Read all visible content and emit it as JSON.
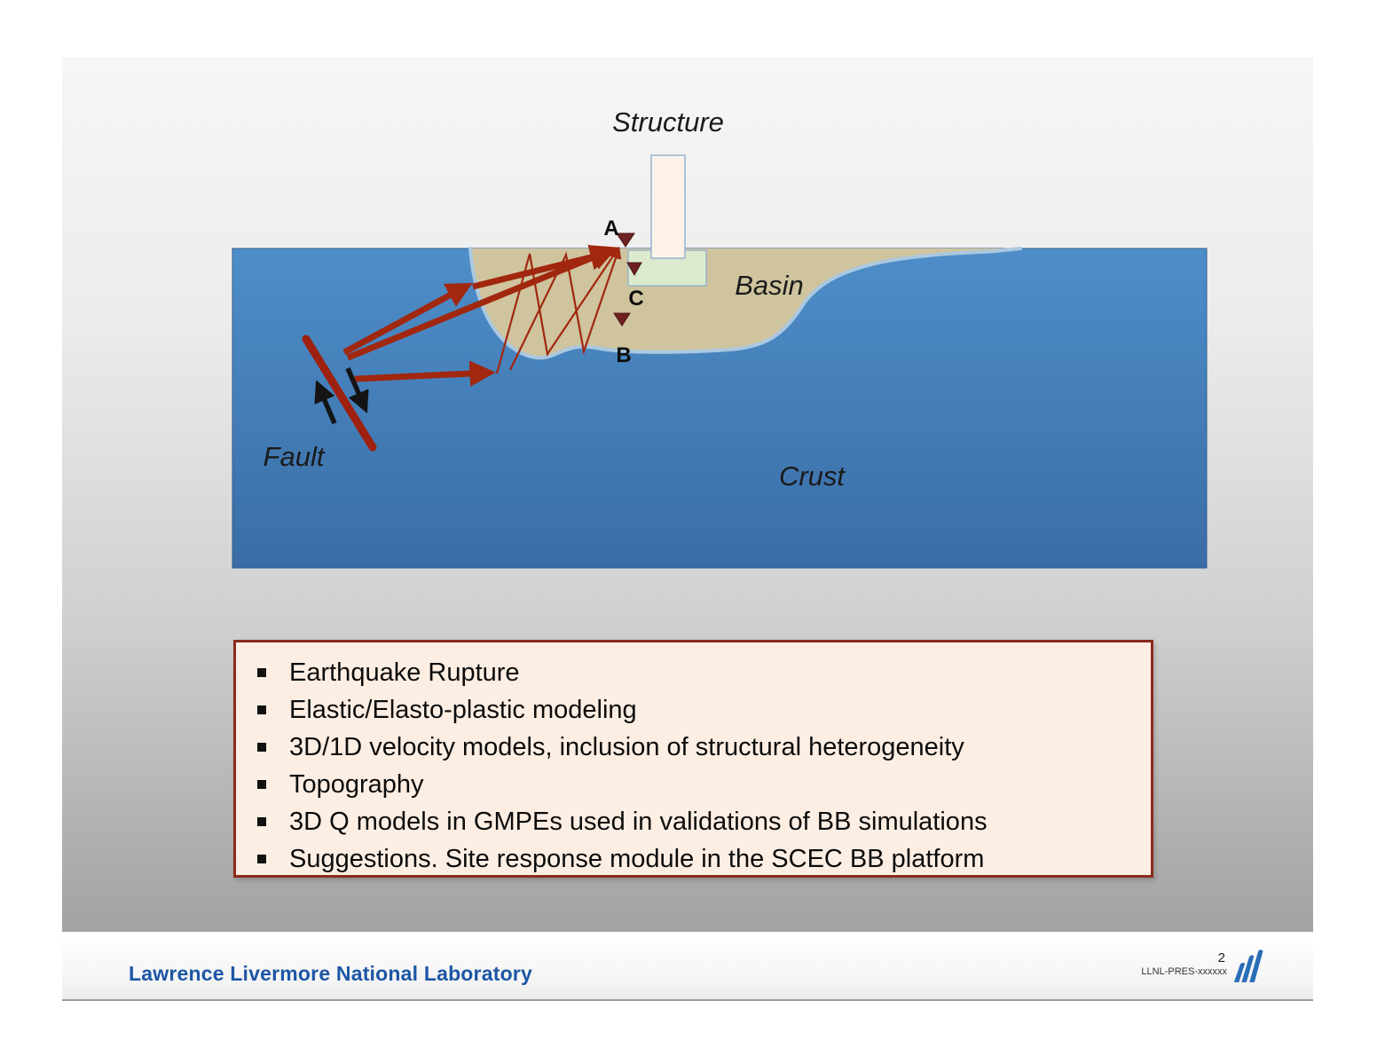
{
  "slide": {
    "diagram": {
      "structure_label": "Structure",
      "basin_label": "Basin",
      "crust_label": "Crust",
      "fault_label": "Fault",
      "stations": {
        "a": "A",
        "b": "B",
        "c": "C"
      }
    },
    "bullets": {
      "items": [
        "Earthquake Rupture",
        "Elastic/Elasto-plastic modeling",
        "3D/1D velocity models, inclusion of structural heterogeneity",
        "Topography",
        "3D Q models in GMPEs used in validations of BB simulations",
        "Suggestions. Site response module in the SCEC BB platform"
      ]
    }
  },
  "footer": {
    "organization": "Lawrence Livermore National Laboratory",
    "page_number": "2",
    "document_id": "LLNL-PRES-xxxxxx"
  },
  "colors": {
    "crust_blue_top": "#4e8ec9",
    "crust_blue_bottom": "#3a6da6",
    "basin_tan": "#cfc49e",
    "basin_outline_blue": "#aac8e0",
    "building_fill": "#fdf2ea",
    "foundation_green": "#dcead0",
    "ray_red": "#a1270f",
    "fault_red": "#9e200f",
    "station_marker_maroon": "#6f2020",
    "box_fill": "#fdeee3",
    "box_border": "#8c2b1b",
    "footer_blue": "#1d56a5"
  }
}
